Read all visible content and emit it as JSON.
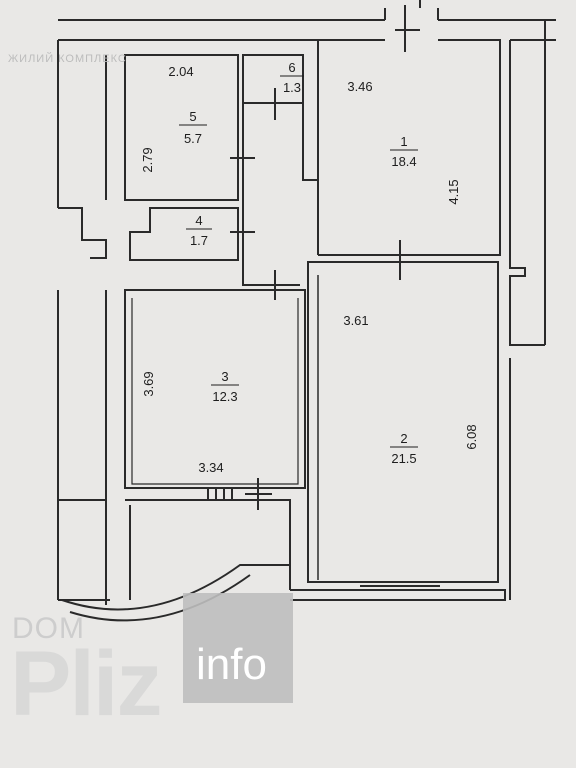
{
  "rooms": [
    {
      "id": "1",
      "area": "18.4"
    },
    {
      "id": "2",
      "area": "21.5"
    },
    {
      "id": "3",
      "area": "12.3"
    },
    {
      "id": "4",
      "area": "1.7"
    },
    {
      "id": "5",
      "area": "5.7"
    },
    {
      "id": "6",
      "area": "1.3"
    }
  ],
  "dimensions": {
    "room1_width": "3.46",
    "room1_height": "4.15",
    "room2_width": "3.61",
    "room2_height": "6.08",
    "room3_width": "3.34",
    "room3_height": "3.69",
    "room5_width": "2.04",
    "room5_height": "2.79"
  },
  "ghost_text": "ЖИЛИЙ КОМПЛЕКС",
  "watermark": {
    "dom": "DOM",
    "pliz": "Pliz",
    "info": "info"
  },
  "colors": {
    "background": "#e9e8e6",
    "wall": "#2a2a2a",
    "watermark": "#c8c8c8"
  }
}
